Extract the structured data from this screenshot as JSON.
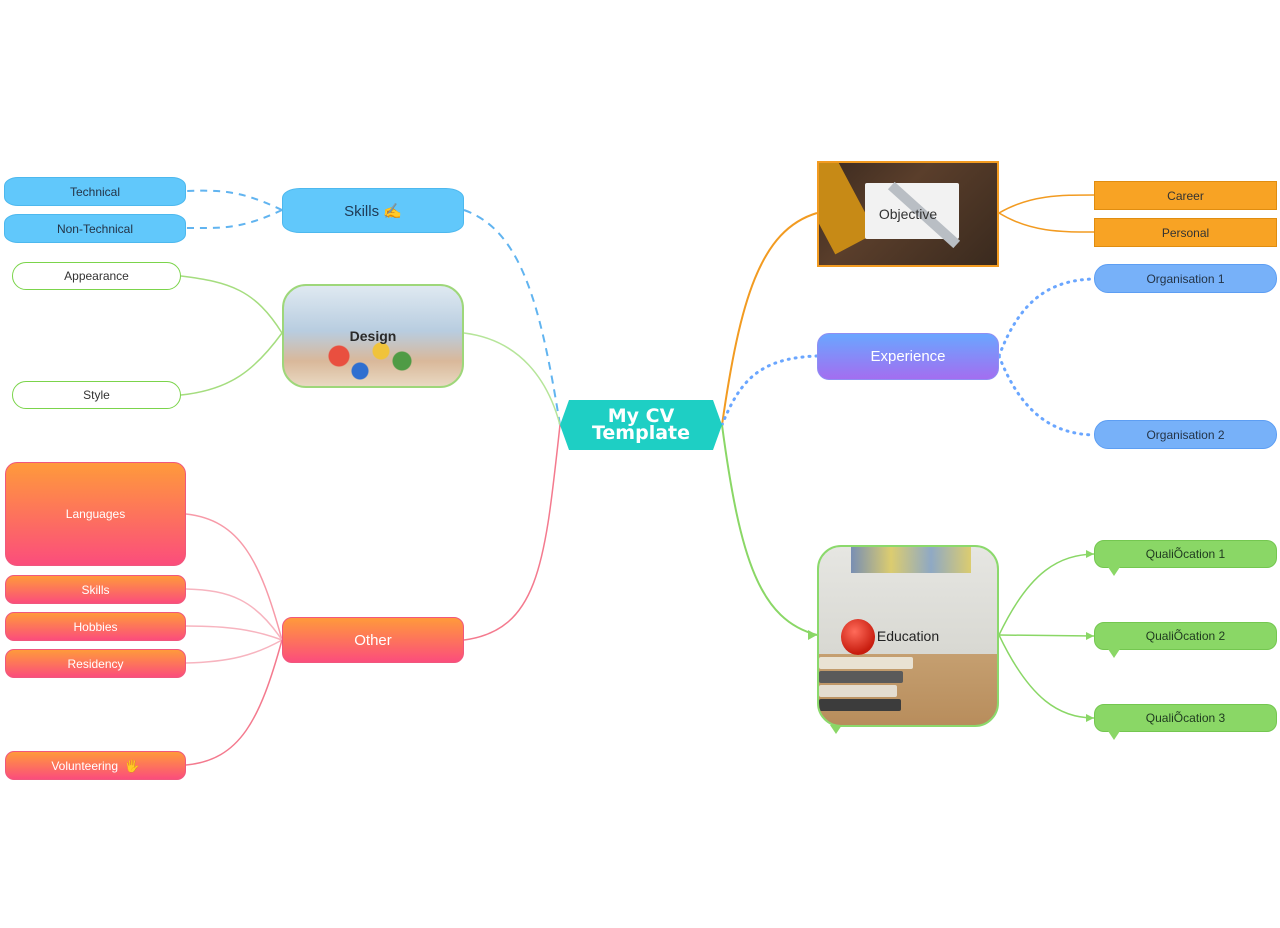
{
  "central": {
    "label": "My CV Template"
  },
  "left": {
    "skills": {
      "label": "Skills",
      "emoji": "✍️",
      "children": [
        "Technical",
        "Non-Technical"
      ]
    },
    "design": {
      "label": "Design",
      "children": [
        "Appearance",
        "Style"
      ]
    },
    "other": {
      "label": "Other",
      "children": [
        "Languages",
        "Skills",
        "Hobbies",
        "Residency",
        "Volunteering"
      ],
      "volunteering_emoji": "🖐"
    }
  },
  "right": {
    "objective": {
      "label": "Objective",
      "children": [
        "Career",
        "Personal"
      ]
    },
    "experience": {
      "label": "Experience",
      "children": [
        "Organisation 1",
        "Organisation 2"
      ]
    },
    "education": {
      "label": "Education",
      "children": [
        "QualiÕcation 1",
        "QualiÕcation 2",
        "QualiÕcation 3"
      ]
    }
  },
  "colors": {
    "central": "#1ecfc4",
    "skills_branch": "#61c8fb",
    "design_branch": "#7bd44b",
    "other_branch": "#fb4d7c",
    "objective_branch": "#f8a324",
    "experience_branch": "#77b1f9",
    "education_branch": "#8ad766"
  }
}
